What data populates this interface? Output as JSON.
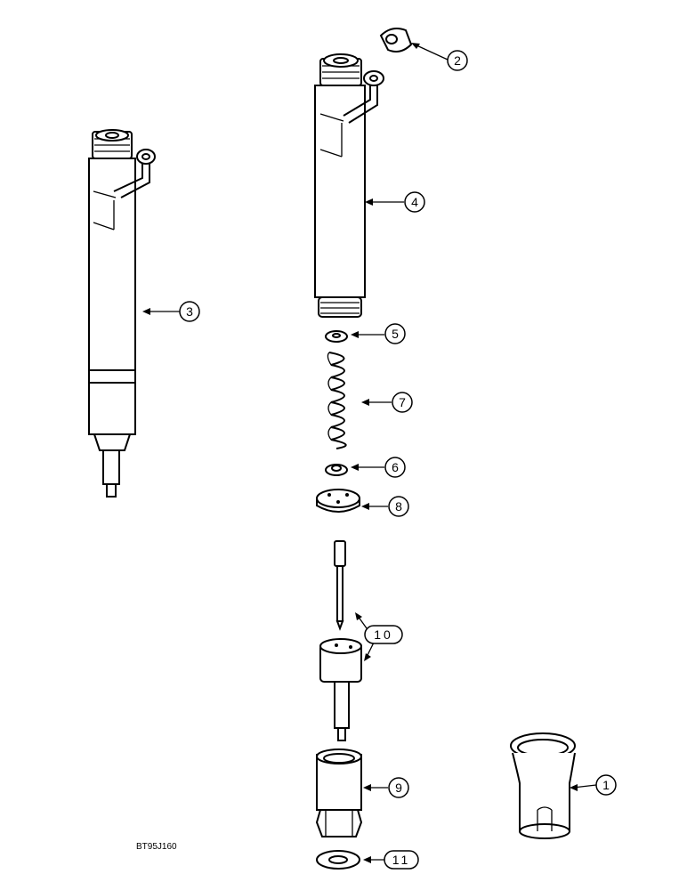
{
  "figure": {
    "reference_code": "BT95J160",
    "colors": {
      "line": "#000000",
      "background": "#ffffff"
    }
  },
  "callouts": {
    "c1": "1",
    "c2": "2",
    "c3": "3",
    "c4": "4",
    "c5": "5",
    "c6": "6",
    "c7": "7",
    "c8": "8",
    "c9": "9",
    "c10": "10",
    "c11": "11"
  }
}
